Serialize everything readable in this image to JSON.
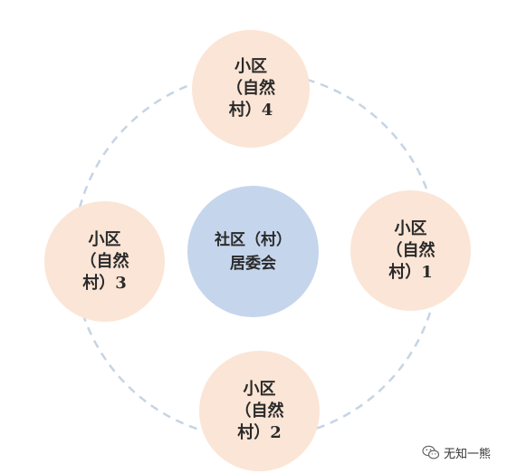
{
  "colors": {
    "ring": "#c6d4e4",
    "outer_fill": "#fbe5d6",
    "center_fill": "#c5d5ec"
  },
  "nodes": {
    "top": {
      "line1": "小区",
      "line2": "（自然",
      "line3": "村）4"
    },
    "right": {
      "line1": "小区",
      "line2": "（自然",
      "line3": "村）1"
    },
    "bottom": {
      "line1": "小区",
      "line2": "（自然",
      "line3": "村）2"
    },
    "left": {
      "line1": "小区",
      "line2": "（自然",
      "line3": "村）3"
    },
    "center": {
      "line1": "社区（村）",
      "line2": "居委会"
    }
  },
  "watermark": {
    "icon": "wechat-icon",
    "text": "无知一熊"
  }
}
